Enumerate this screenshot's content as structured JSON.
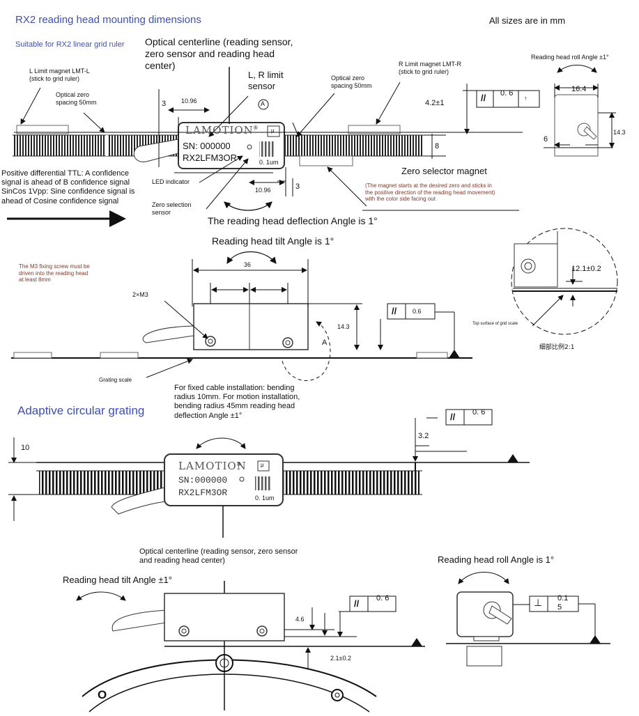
{
  "title": "RX2 reading head mounting dimensions",
  "subtitle": "Suitable for RX2 linear grid ruler",
  "units_note": "All sizes are in mm",
  "section1": {
    "optical_centerline": "Optical centerline (reading sensor, zero sensor and reading head center)",
    "limit_sensor": "L, R limit sensor",
    "l_magnet": "L Limit magnet LMT-L (stick to grid ruler)",
    "r_magnet": "R Limit magnet LMT-R (stick to grid ruler)",
    "optical_zero_left": "Optical zero spacing 50mm",
    "optical_zero_right": "Optical zero spacing 50mm",
    "roll_angle": "Reading head roll Angle ±1°",
    "dim_3_top": "3",
    "dim_1096_top": "10.96",
    "datum_a": "A",
    "dim_42": "4.2±1",
    "tol_sym": "//",
    "tol_val": "0. 6",
    "tol_ref": "↑",
    "dim_8": "8",
    "dim_164": "16.4",
    "dim_143_side": "14.3",
    "dim_6": "6",
    "brand": "LAMOTION",
    "reg": "®",
    "sn": "SN: 000000",
    "model": "RX2LFM3OR",
    "resolution": "0. 1um",
    "mu": "μ",
    "ttl_text": "Positive differential TTL: A confidence signal is ahead of B confidence signal SinCos 1Vpp: Sine confidence signal is ahead of Cosine confidence signal",
    "led": "LED indicator",
    "zero_sel_sensor": "Zero selection sensor",
    "dim_1096_bottom": "10.96",
    "dim_3_bottom": "3",
    "zero_magnet": "Zero selector magnet",
    "zero_magnet_note": "(The magnet starts at the desired zero and sticks in the positive direction of the reading head movement) with the color side facing out",
    "deflection": "The reading head deflection Angle is 1°"
  },
  "section2": {
    "tilt": "Reading head tilt Angle is 1°",
    "m3_note": "The M3 fixing screw must be driven into the reading head at least 8mm",
    "dim_36": "36",
    "m3": "2×M3",
    "dim_143": "14.3",
    "tol_sym": "//",
    "tol_val": "0.6",
    "datum_a": "A",
    "grating_scale": "Grating scale",
    "dim_121": "12.1±0.2",
    "top_surface": "Top surface of grid scale",
    "detail_scale": "细部比例2:1"
  },
  "section3": {
    "heading": "Adaptive circular grating",
    "cable_note": "For fixed cable installation: bending radius 10mm. For motion installation, bending radius 45mm reading head deflection Angle ±1°",
    "dim_10": "10",
    "dim_32": "3.2",
    "tol_sym": "//",
    "tol_val": "0. 6",
    "brand": "LAMOTION",
    "reg": "®",
    "sn": "SN:000000",
    "model": "RX2LFM3OR",
    "resolution": "0. 1um",
    "mu": "μ"
  },
  "section4": {
    "optical_centerline": "Optical centerline (reading sensor, zero sensor and reading head center)",
    "tilt": "Reading head tilt Angle ±1°",
    "dim_46": "4.6",
    "tol_sym": "//",
    "tol_val": "0. 6",
    "dim_21": "2.1±0.2",
    "roll": "Reading head roll Angle is 1°",
    "perp_sym": "⊥",
    "perp_val": "0.1 5",
    "o_mark": "O"
  }
}
